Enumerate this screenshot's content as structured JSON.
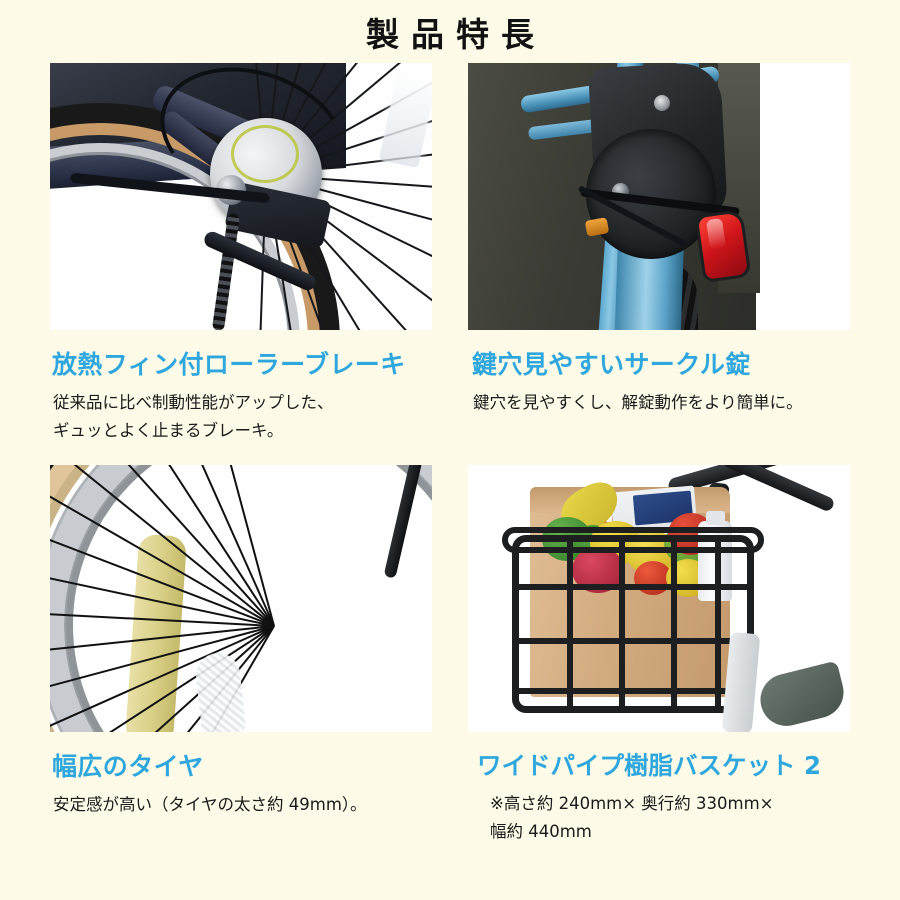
{
  "page": {
    "title": "製品特長",
    "background_color": "#fdfbe8",
    "heading_color": "#2ea7de",
    "body_text_color": "#1a1a1a"
  },
  "features": [
    {
      "heading": "放熱フィン付ローラーブレーキ",
      "body_lines": [
        "従来品に比べ制動性能がアップした、",
        "ギュッとよく止まるブレーキ。"
      ],
      "photo_alt": "ローラーブレーキ（紺色の自転車後輪ハブ）"
    },
    {
      "heading": "鍵穴見やすいサークル錠",
      "body_lines": [
        "鍵穴を見やすくし、解錠動作をより簡単に。"
      ],
      "photo_alt": "サークル錠（水色の自転車後輪・赤色反射板）"
    },
    {
      "heading": "幅広のタイヤ",
      "body_lines": [
        "安定感が高い（タイヤの太さ約 49mm）。"
      ],
      "photo_alt": "幅広タイヤ（飴色サイドウォール・クロームリム）"
    },
    {
      "heading": "ワイドパイプ樹脂バスケット 2",
      "body_lines": [
        "※高さ約 240mm× 奥行約 330mm×",
        "幅約 440mm"
      ],
      "photo_alt": "ワイヤーバスケットに紙袋入りの野菜・ペットボトル"
    }
  ]
}
